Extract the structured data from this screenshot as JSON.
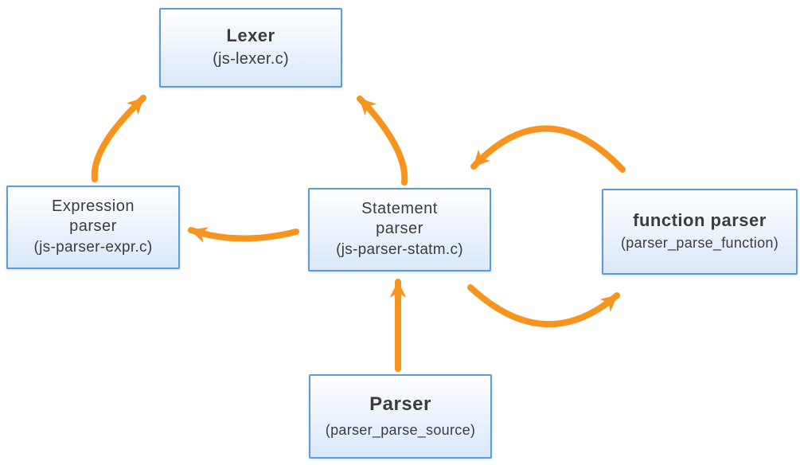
{
  "diagram": {
    "type": "flow-diagram",
    "background_color": "#ffffff",
    "arrow_color": "#f7941d",
    "box_border_color": "#5b9bdd",
    "box_fill_top": "#feffff",
    "box_fill_bottom": "#d9e8f9",
    "text_color": "#3c3c3c",
    "nodes": [
      {
        "id": "lexer",
        "lines": [
          "Lexer"
        ],
        "subtitle": "(js-lexer.c)"
      },
      {
        "id": "expression-parser",
        "lines": [
          "Expression",
          "parser"
        ],
        "subtitle": "(js-parser-expr.c)"
      },
      {
        "id": "statement-parser",
        "lines": [
          "Statement",
          "parser"
        ],
        "subtitle": "(js-parser-statm.c)"
      },
      {
        "id": "function-parser",
        "lines": [
          "function parser"
        ],
        "subtitle": "(parser_parse_function)"
      },
      {
        "id": "parser",
        "lines": [
          "Parser"
        ],
        "subtitle": "(parser_parse_source)"
      }
    ],
    "edges": [
      {
        "from": "expression-parser",
        "to": "lexer"
      },
      {
        "from": "statement-parser",
        "to": "lexer"
      },
      {
        "from": "statement-parser",
        "to": "expression-parser"
      },
      {
        "from": "function-parser",
        "to": "statement-parser"
      },
      {
        "from": "statement-parser",
        "to": "function-parser"
      },
      {
        "from": "parser",
        "to": "statement-parser"
      }
    ]
  }
}
